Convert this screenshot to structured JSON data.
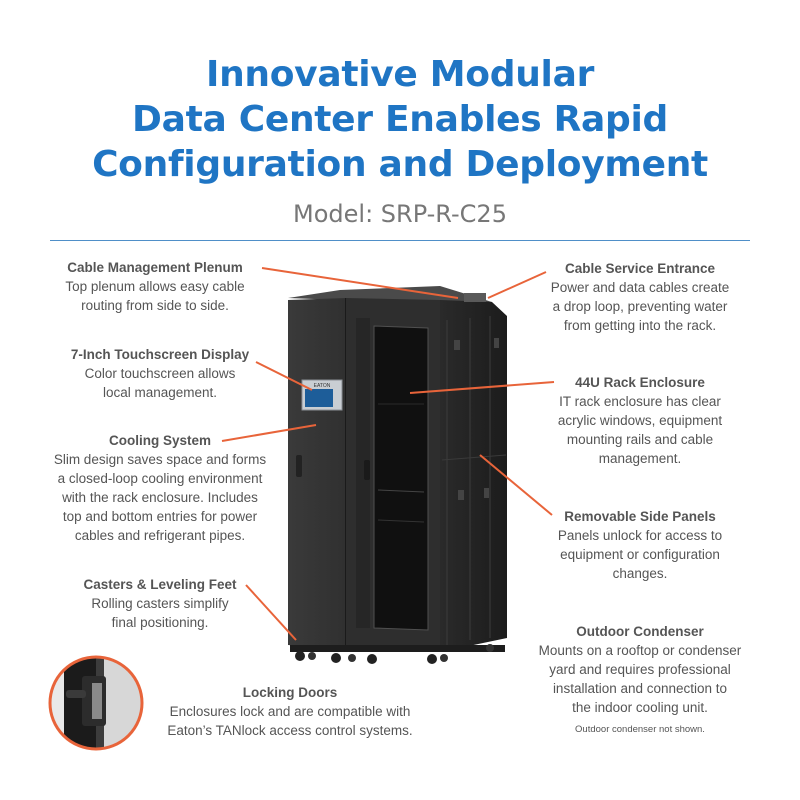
{
  "title": {
    "line1": "Innovative Modular",
    "line2": "Data Center Enables Rapid",
    "line3": "Configuration and Deployment"
  },
  "model": "Model: SRP-R-C25",
  "colors": {
    "accent_blue": "#1f75c4",
    "leader_orange": "#e8643a",
    "text_gray": "#555555"
  },
  "callouts": {
    "cable_plenum": {
      "heading": "Cable Management Plenum",
      "desc": "Top plenum allows easy cable\nrouting from side to side."
    },
    "touchscreen": {
      "heading": "7-Inch Touchscreen Display",
      "desc": "Color touchscreen allows\nlocal management."
    },
    "cooling": {
      "heading": "Cooling System",
      "desc": "Slim design saves space and forms\na closed-loop cooling environment\nwith the rack enclosure. Includes\ntop and bottom entries for power\ncables and refrigerant pipes."
    },
    "casters": {
      "heading": "Casters & Leveling Feet",
      "desc": "Rolling casters simplify\nfinal positioning."
    },
    "locking_doors": {
      "heading": "Locking Doors",
      "desc": "Enclosures lock and are compatible with\nEaton’s TANlock access control systems."
    },
    "cable_service": {
      "heading": "Cable Service Entrance",
      "desc": "Power and data cables create\na drop loop, preventing water\nfrom getting into the rack."
    },
    "rack_enclosure": {
      "heading": "44U Rack Enclosure",
      "desc": "IT rack enclosure has clear\nacrylic windows, equipment\nmounting rails and cable\nmanagement."
    },
    "side_panels": {
      "heading": "Removable Side Panels",
      "desc": "Panels unlock for access to\nequipment or configuration\nchanges."
    },
    "condenser": {
      "heading": "Outdoor Condenser",
      "desc": "Mounts on a rooftop or condenser\nyard and requires professional\ninstallation and connection to\nthe indoor cooling unit."
    }
  },
  "condenser_note": "Outdoor condenser not shown.",
  "touchscreen_logo": "EATON"
}
